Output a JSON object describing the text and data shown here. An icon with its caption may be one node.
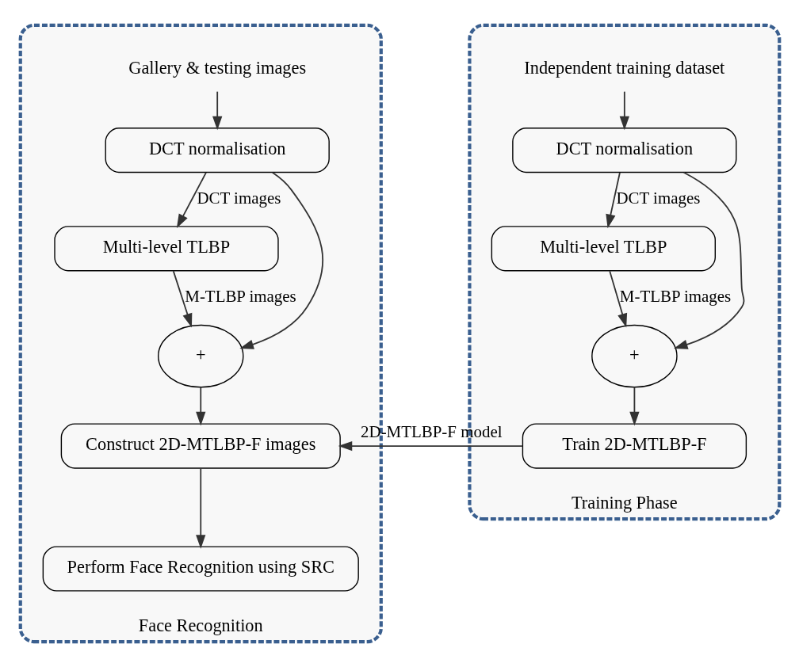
{
  "diagram": {
    "nodes": [
      {
        "text": [
          "Face Recognition"
        ]
      },
      {
        "text": [
          "Gallery & testing images"
        ],
        "in": 0
      },
      {
        "text": [
          "DCT normalisation"
        ],
        "in": 0
      },
      {
        "text": [
          "Multi-level TLBP"
        ],
        "in": 0
      },
      {
        "text": [
          "+"
        ],
        "in": 0
      },
      {
        "text": [
          "Construct 2D-MTLBP-F images"
        ],
        "in": 0
      },
      {
        "text": [
          "Perform Face Recognition using SRC"
        ],
        "in": 0
      },
      {
        "text": [
          "Training Phase"
        ]
      },
      {
        "text": [
          "Independent training dataset"
        ],
        "in": 7
      },
      {
        "text": [
          "DCT normalisation"
        ],
        "in": 7
      },
      {
        "text": [
          "Multi-level TLBP"
        ],
        "in": 7
      },
      {
        "text": [
          "+"
        ],
        "in": 7
      },
      {
        "text": [
          "Train 2D-MTLBP-F"
        ],
        "in": 7
      }
    ],
    "edges": [
      {
        "from": 1,
        "to": 2,
        "arrow": "to"
      },
      {
        "from": 2,
        "to": 3,
        "arrow": "to",
        "label": "DCT images"
      },
      {
        "from": 2,
        "to": 4,
        "arrow": "to"
      },
      {
        "from": 3,
        "to": 4,
        "arrow": "to",
        "label": "M-TLBP images"
      },
      {
        "from": 4,
        "to": 5,
        "arrow": "to"
      },
      {
        "from": 5,
        "to": 6,
        "arrow": "to"
      },
      {
        "from": 8,
        "to": 9,
        "arrow": "to"
      },
      {
        "from": 9,
        "to": 10,
        "arrow": "to",
        "label": "DCT images"
      },
      {
        "from": 9,
        "to": 11,
        "arrow": "to"
      },
      {
        "from": 10,
        "to": 11,
        "arrow": "to",
        "label": "M-TLBP images"
      },
      {
        "from": 11,
        "to": 12,
        "arrow": "to"
      },
      {
        "from": 12,
        "to": 5,
        "arrow": "to",
        "label": "2D-MTLBP-F model"
      }
    ]
  }
}
